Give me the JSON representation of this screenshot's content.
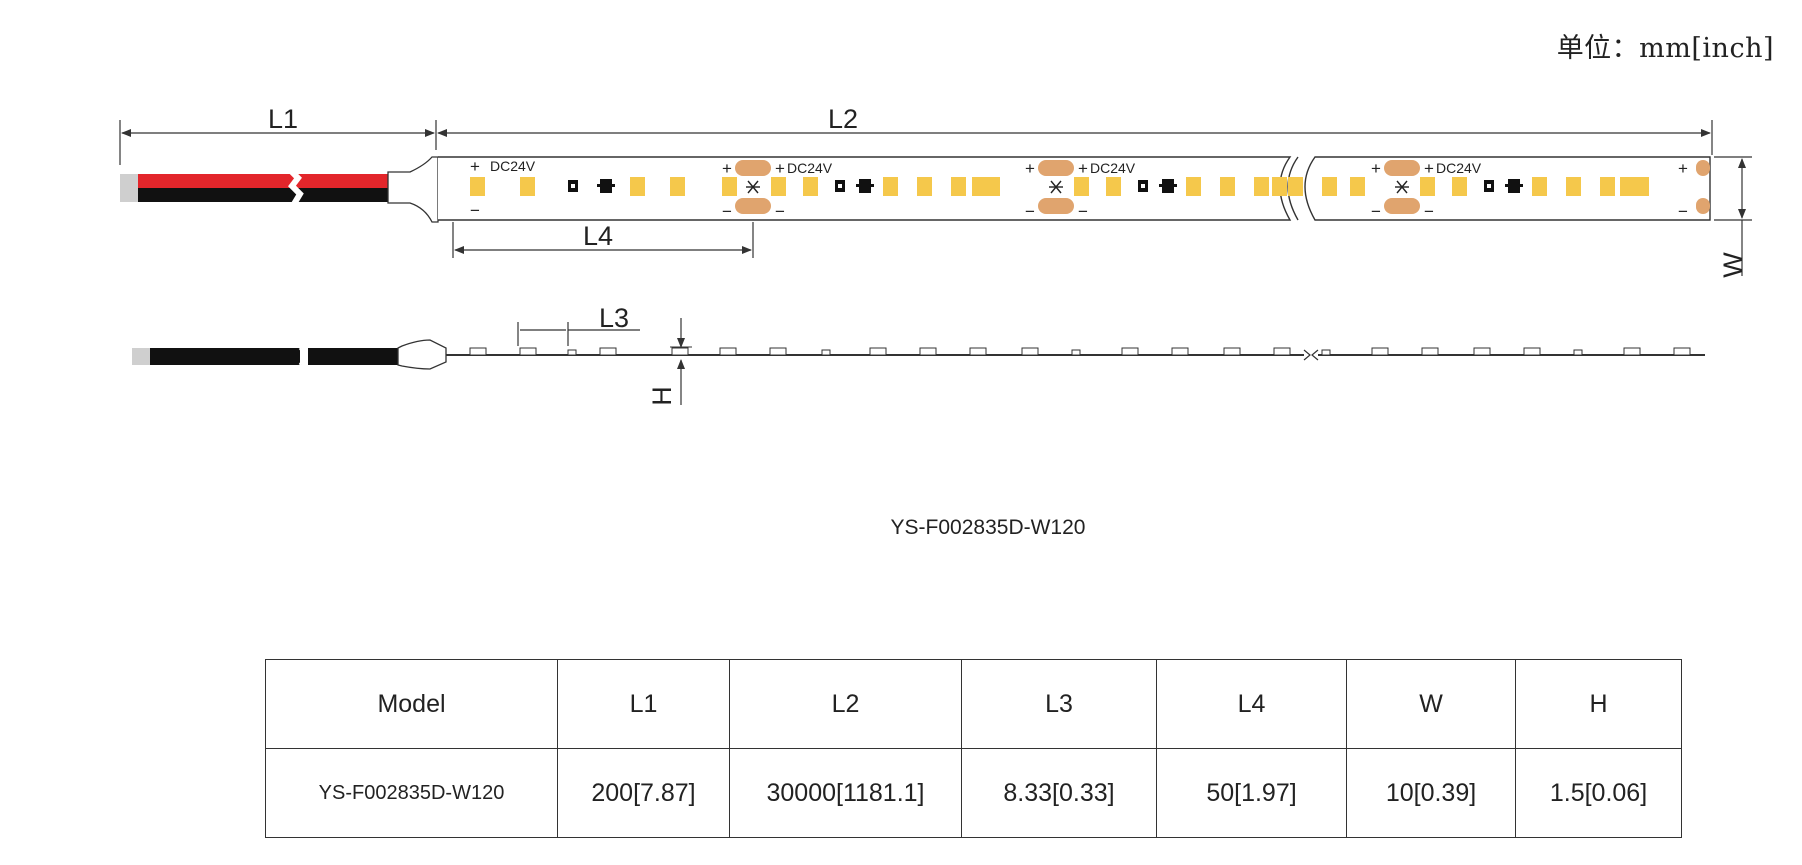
{
  "unit_label": "单位：mm[inch]",
  "dimension_labels": {
    "l1": "L1",
    "l2": "L2",
    "l3": "L3",
    "l4": "L4",
    "w": "W",
    "h": "H"
  },
  "strip_markings": {
    "plus": "+",
    "minus": "−",
    "voltage": "DC24V"
  },
  "model_caption": "YS-F002835D-W120",
  "table": {
    "headers": [
      "Model",
      "L1",
      "L2",
      "L3",
      "L4",
      "W",
      "H"
    ],
    "rows": [
      [
        "YS-F002835D-W120",
        "200[7.87]",
        "30000[1181.1]",
        "8.33[0.33]",
        "50[1.97]",
        "10[0.39]",
        "1.5[0.06]"
      ]
    ]
  },
  "colors": {
    "wire_red": "#e3262b",
    "wire_black": "#111111",
    "wire_tip": "#cfcfcf",
    "led": "#f5c84b",
    "pad": "#e0a46e",
    "line": "#333333"
  }
}
